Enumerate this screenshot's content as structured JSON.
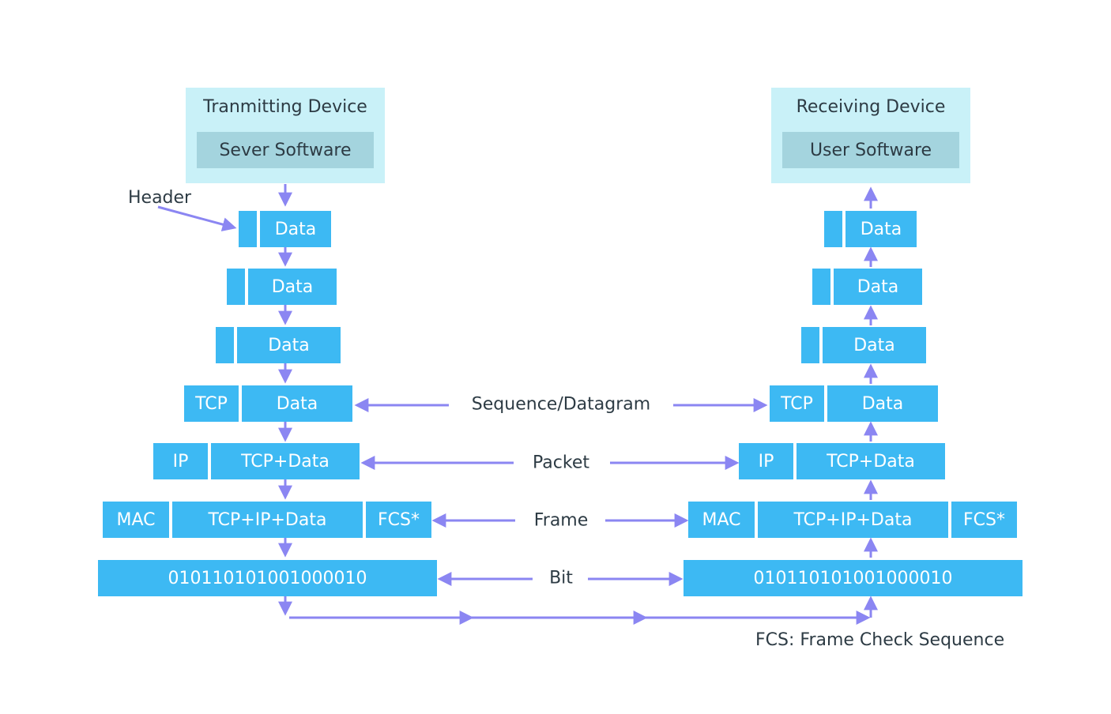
{
  "transmitter": {
    "title": "Tranmitting Device",
    "software": "Sever Software"
  },
  "receiver": {
    "title": "Receiving Device",
    "software": "User Software"
  },
  "header_label": "Header",
  "blocks": {
    "data": "Data",
    "tcp": "TCP",
    "ip": "IP",
    "tcp_data": "TCP+Data",
    "mac": "MAC",
    "tcp_ip_data": "TCP+IP+Data",
    "fcs": "FCS*",
    "bits": "010110101001000010"
  },
  "layer_labels": {
    "sequence": "Sequence/Datagram",
    "packet": "Packet",
    "frame": "Frame",
    "bit": "Bit"
  },
  "footnote": "FCS: Frame Check Sequence",
  "colors": {
    "block": "#3db9f3",
    "device_bg": "#c9f1f8",
    "software_bg": "#a4d4de",
    "arrow": "#8b86f2",
    "text": "#2d3b44"
  }
}
